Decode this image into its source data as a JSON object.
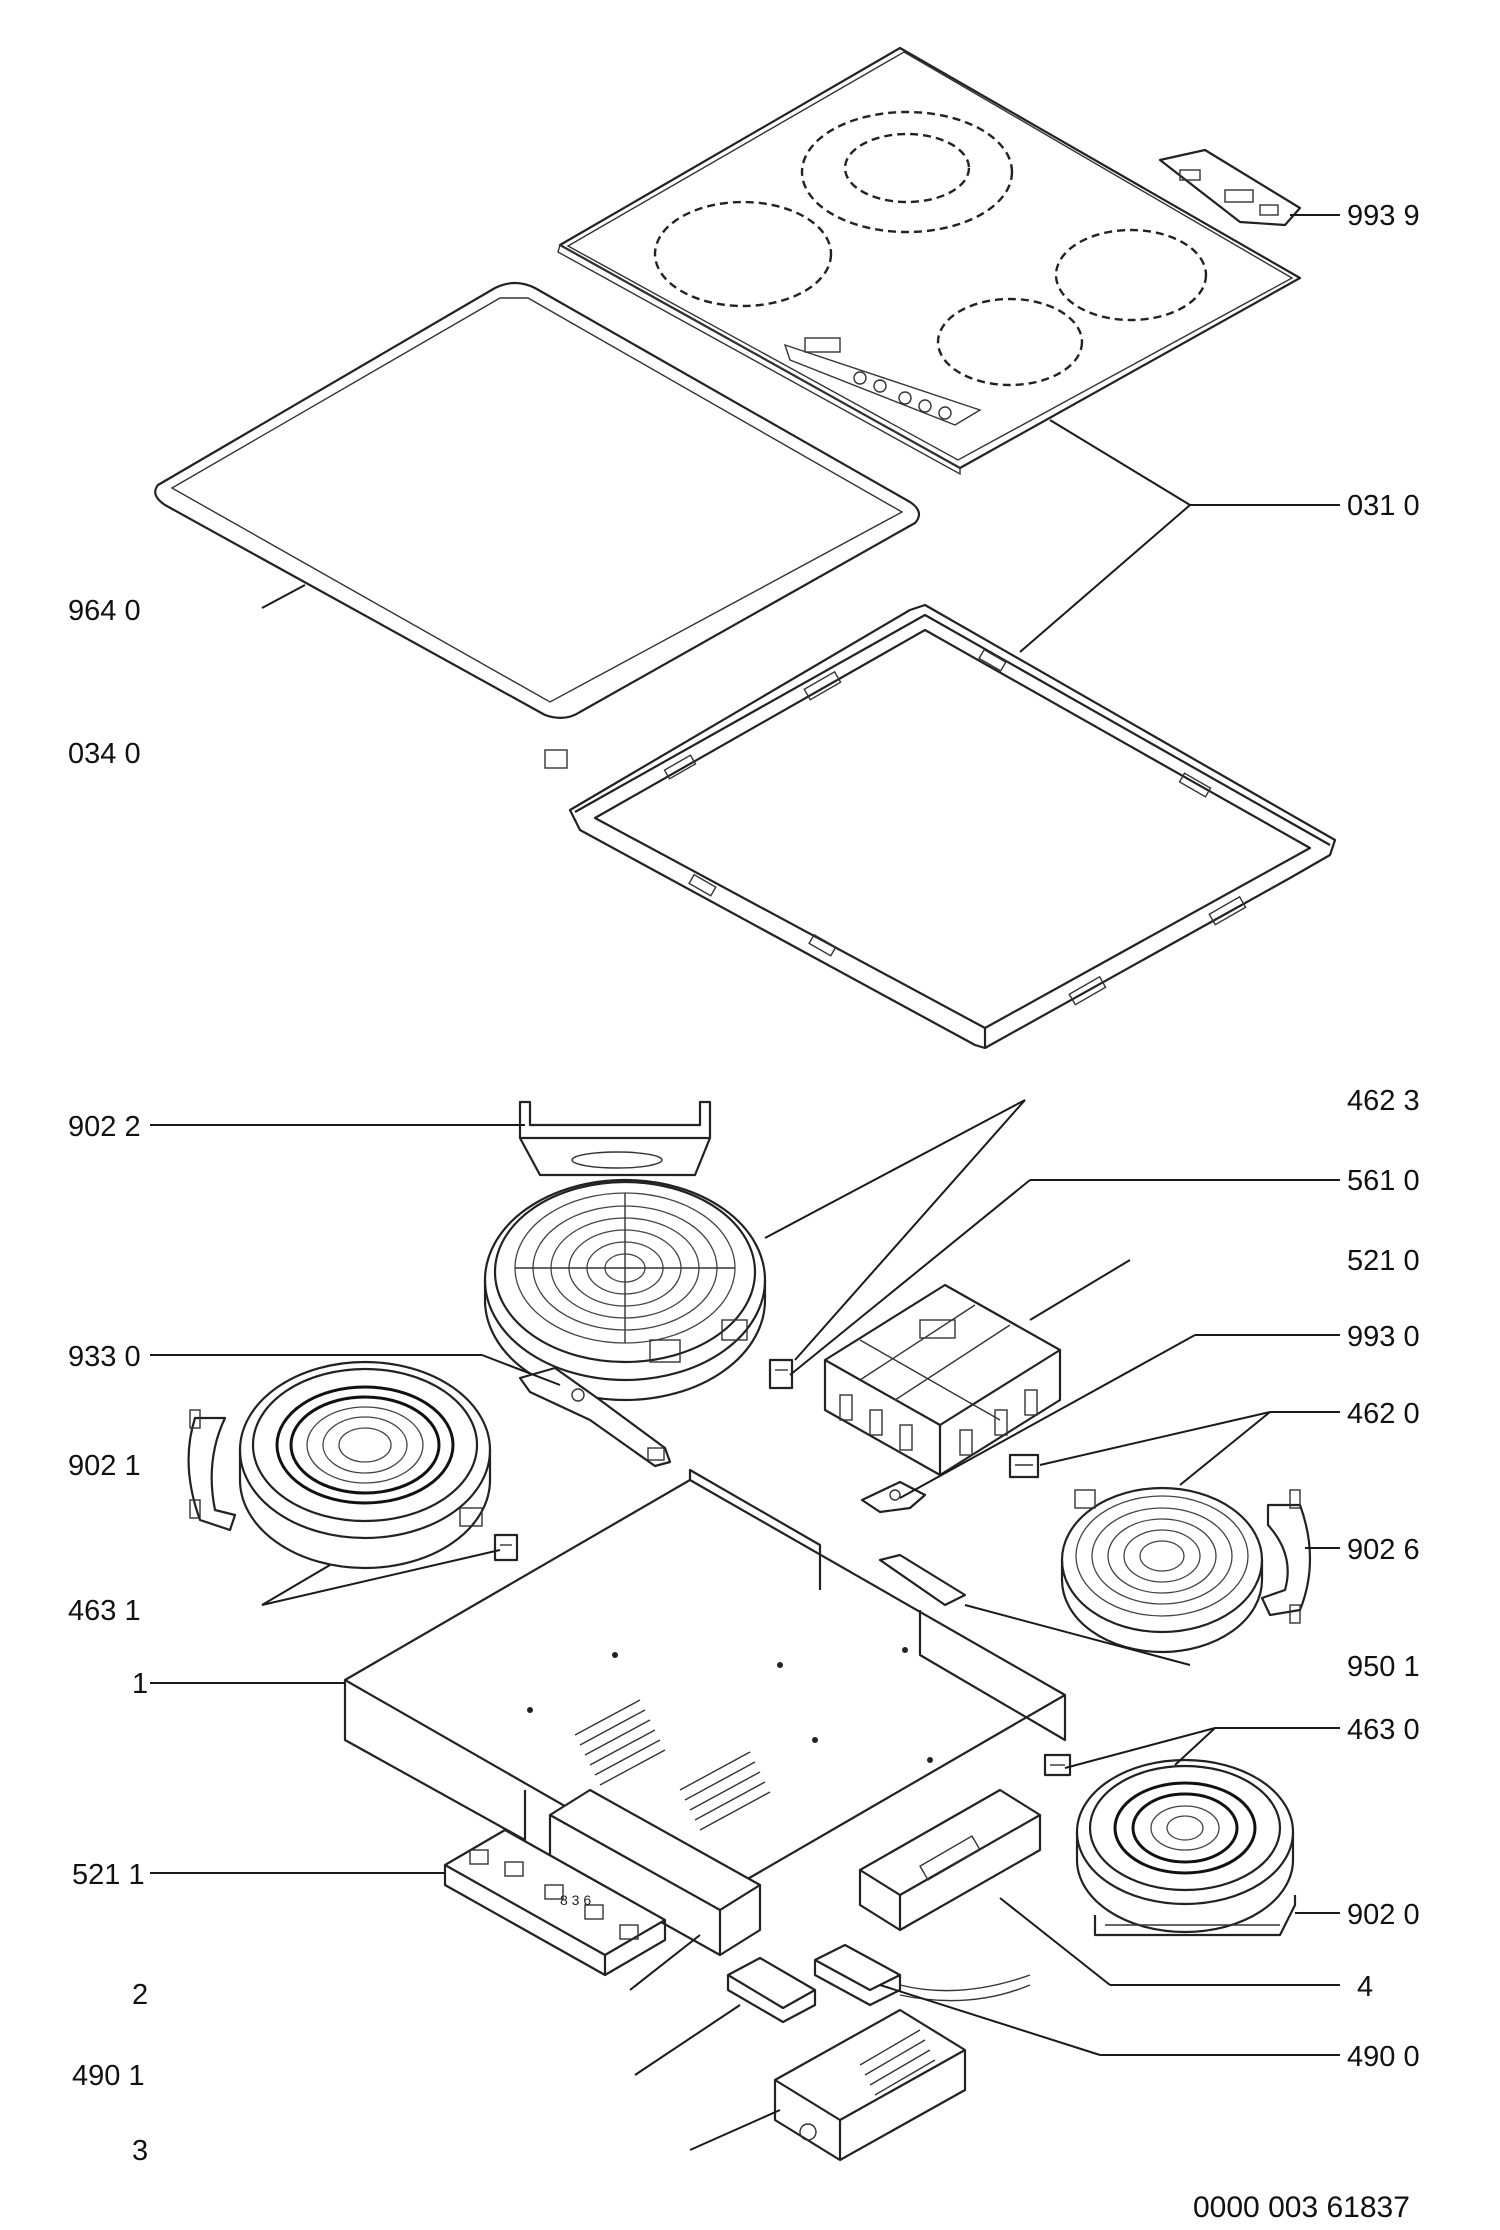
{
  "diagram": {
    "labels": {
      "p9939": "993 9",
      "p0310": "031 0",
      "p9640": "964 0",
      "p0340": "034 0",
      "p4623": "462 3",
      "p9022": "902 2",
      "p5610": "561 0",
      "p5210": "521 0",
      "p9330": "933 0",
      "p9930": "993 0",
      "p9021": "902 1",
      "p4620": "462 0",
      "p9026": "902 6",
      "p4631": "463 1",
      "p9501": "950 1",
      "p1": "1",
      "p4630": "463 0",
      "p5211": "521 1",
      "p9020": "902 0",
      "p2": "2",
      "p4": "4",
      "p4901": "490 1",
      "p4900": "490 0",
      "p3": "3"
    },
    "drawing_number": "0000 003 61837"
  }
}
